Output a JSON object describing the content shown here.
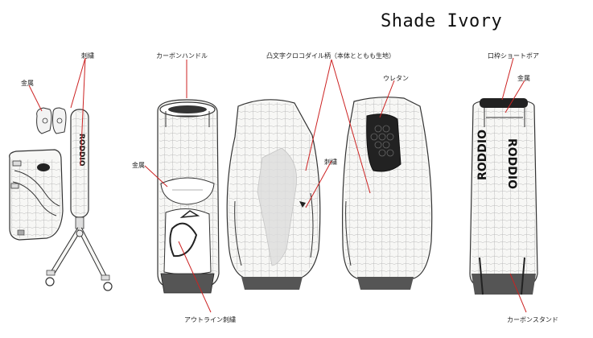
{
  "title": "Shade Ivory",
  "labels": {
    "embroidery_strap": "刺繍",
    "metal_left": "金属",
    "carbon_handle": "カーボンハンドル",
    "metal_center": "金属",
    "croc_pattern": "凸文字クロコダイル柄（本体とともも生地）",
    "urethane": "ウレタン",
    "embroidery_bag": "刺繍",
    "mouth_boa": "口枠ショートボア",
    "metal_right": "金属",
    "outline_embroidery": "アウトライン刺繍",
    "carbon_stand": "カーボンスタンド"
  },
  "brand_text": "RODDIO",
  "colors": {
    "outline": "#333333",
    "callout": "#cc2222",
    "bag_fill": "#f7f7f5",
    "dark": "#222222"
  }
}
